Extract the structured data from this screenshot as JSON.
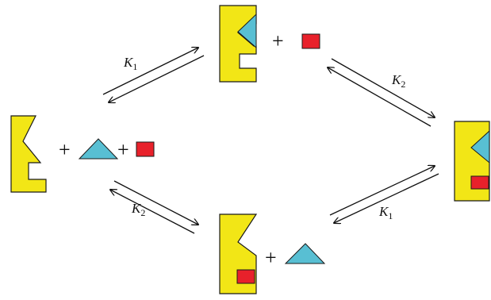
{
  "diagram": {
    "colors": {
      "receptor": "#F2E616",
      "triangle_ligand": "#58BFD3",
      "square_ligand": "#E8212B",
      "outline": "#1A1A1A",
      "arrow": "#111111"
    },
    "symbols": {
      "plus": "+"
    },
    "equilibria": {
      "upper_left": {
        "k": "K",
        "sub": "1"
      },
      "upper_right": {
        "k": "K",
        "sub": "2"
      },
      "lower_left": {
        "k": "K",
        "sub": "2"
      },
      "lower_right": {
        "k": "K",
        "sub": "1"
      }
    }
  }
}
